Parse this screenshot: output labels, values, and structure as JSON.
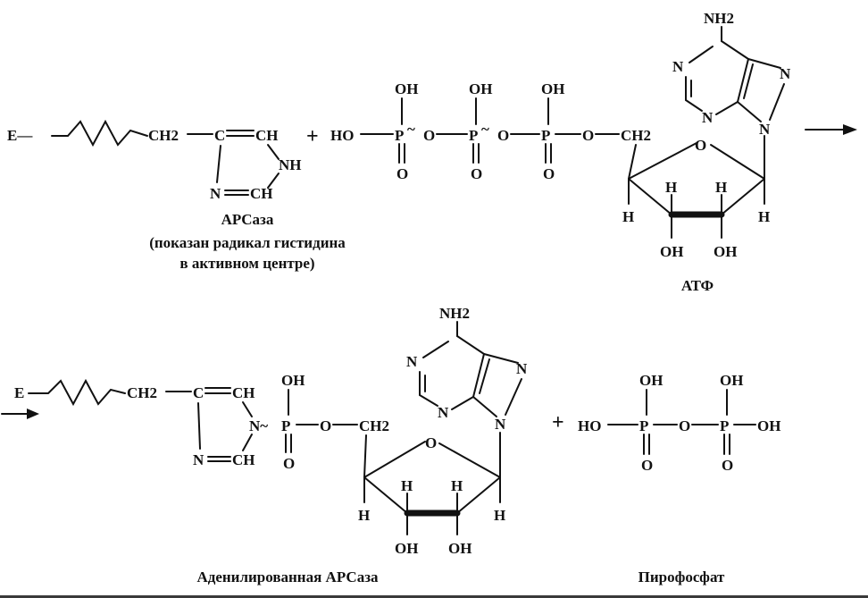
{
  "plus": "+",
  "reagents": {
    "enzyme": {
      "E": "E—",
      "ch2": "CH2",
      "ch_eq_a": "C",
      "ch_eq_b": "CH",
      "nh": "NH",
      "n_eq": "N",
      "ch_lower": "CH",
      "name": "APCаза",
      "note_line1": "(показан радикал гистидина",
      "note_line2": "в активном центре)"
    },
    "atp": {
      "ho": "HO",
      "oh": "OH",
      "p": "P",
      "o": "O",
      "tilde": "~",
      "ch2": "CH2",
      "nh2": "NH2",
      "n": "N",
      "h": "H",
      "name": "АТФ"
    }
  },
  "products": {
    "adenylated": {
      "E": "E",
      "ch2": "CH2",
      "ch_a": "C",
      "ch_b": "CH",
      "n_tilde": "N~",
      "n_eq": "N",
      "ch_lower": "CH",
      "p": "P",
      "o": "O",
      "oh": "OH",
      "ch2_b": "CH2",
      "nh2": "NH2",
      "n": "N",
      "h": "H",
      "name": "Аденилированная  АРСаза"
    },
    "pyrophosphate": {
      "ho": "HO",
      "oh": "OH",
      "p": "P",
      "o": "O",
      "name": "Пирофосфат"
    }
  }
}
